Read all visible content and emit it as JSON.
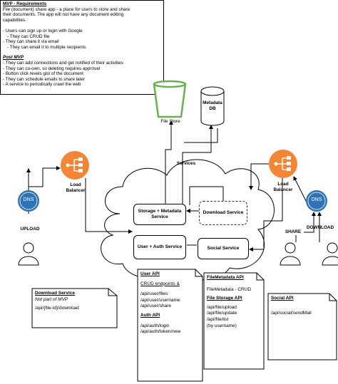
{
  "requirements": {
    "mvp_title": "MVP - Requirements",
    "mvp_lines": [
      "File (document) share app - a place for users to store and share",
      "their documents. The app will not have any document editing",
      "capabilities.",
      "",
      "- Users can sign up or login with Google",
      "  - They can CRUD file",
      "- They can share it via email",
      "   - They can email it to multiple recipients"
    ],
    "post_title": "Post MVP",
    "post_lines": [
      "- They can add connections and get notified of their activities",
      "- They can co-own, so deleting requires approval",
      "- Button click revels gist of the document",
      "- They can schedule emails to share later",
      "- A service to periodically crawl the web"
    ]
  },
  "nodes": {
    "file_store": "File Store",
    "metadata_db": "Metadata DB",
    "services_label": "Services",
    "load_balancer_left": "Load Balancer",
    "load_balancer_right": "Load Balancer",
    "dns_left": "DNS",
    "dns_right": "DNS",
    "upload_label": "UPLOAD",
    "download_label": "DOWNLOAD",
    "share_label": "SHARE"
  },
  "services": {
    "storage_metadata": "Storage + Metadata Service",
    "download": "Download Service",
    "user_auth": "User + Auth Service",
    "social": "Social Service"
  },
  "notes": {
    "download_service": {
      "title": "Download Service",
      "subtitle": "Not part of MVP",
      "endpoint": "/api/{file-id}/download"
    },
    "user_api": {
      "title": "User API",
      "crud": "CRUD endpoints &",
      "endpoints": [
        "/api/user/files",
        "/api/user/username",
        "/api/user/share"
      ],
      "auth_title": "Auth API",
      "auth_endpoints": [
        "/api/auth/login",
        "/api/auth/token/new"
      ]
    },
    "file_metadata_api": {
      "title": "FileMetadata API",
      "crud": "FileMetadata - CRUD",
      "storage_title": "File Storage API",
      "endpoints": [
        "/api/file/upload",
        "/api/file/update",
        "/api/file/list",
        "(by username)"
      ]
    },
    "social_api": {
      "title": "Social API",
      "endpoint": "/api/social/sendMail"
    }
  },
  "colors": {
    "bucket": "#6ab04c",
    "load_balancer": "#f58534",
    "dns": "#2e73b8"
  }
}
